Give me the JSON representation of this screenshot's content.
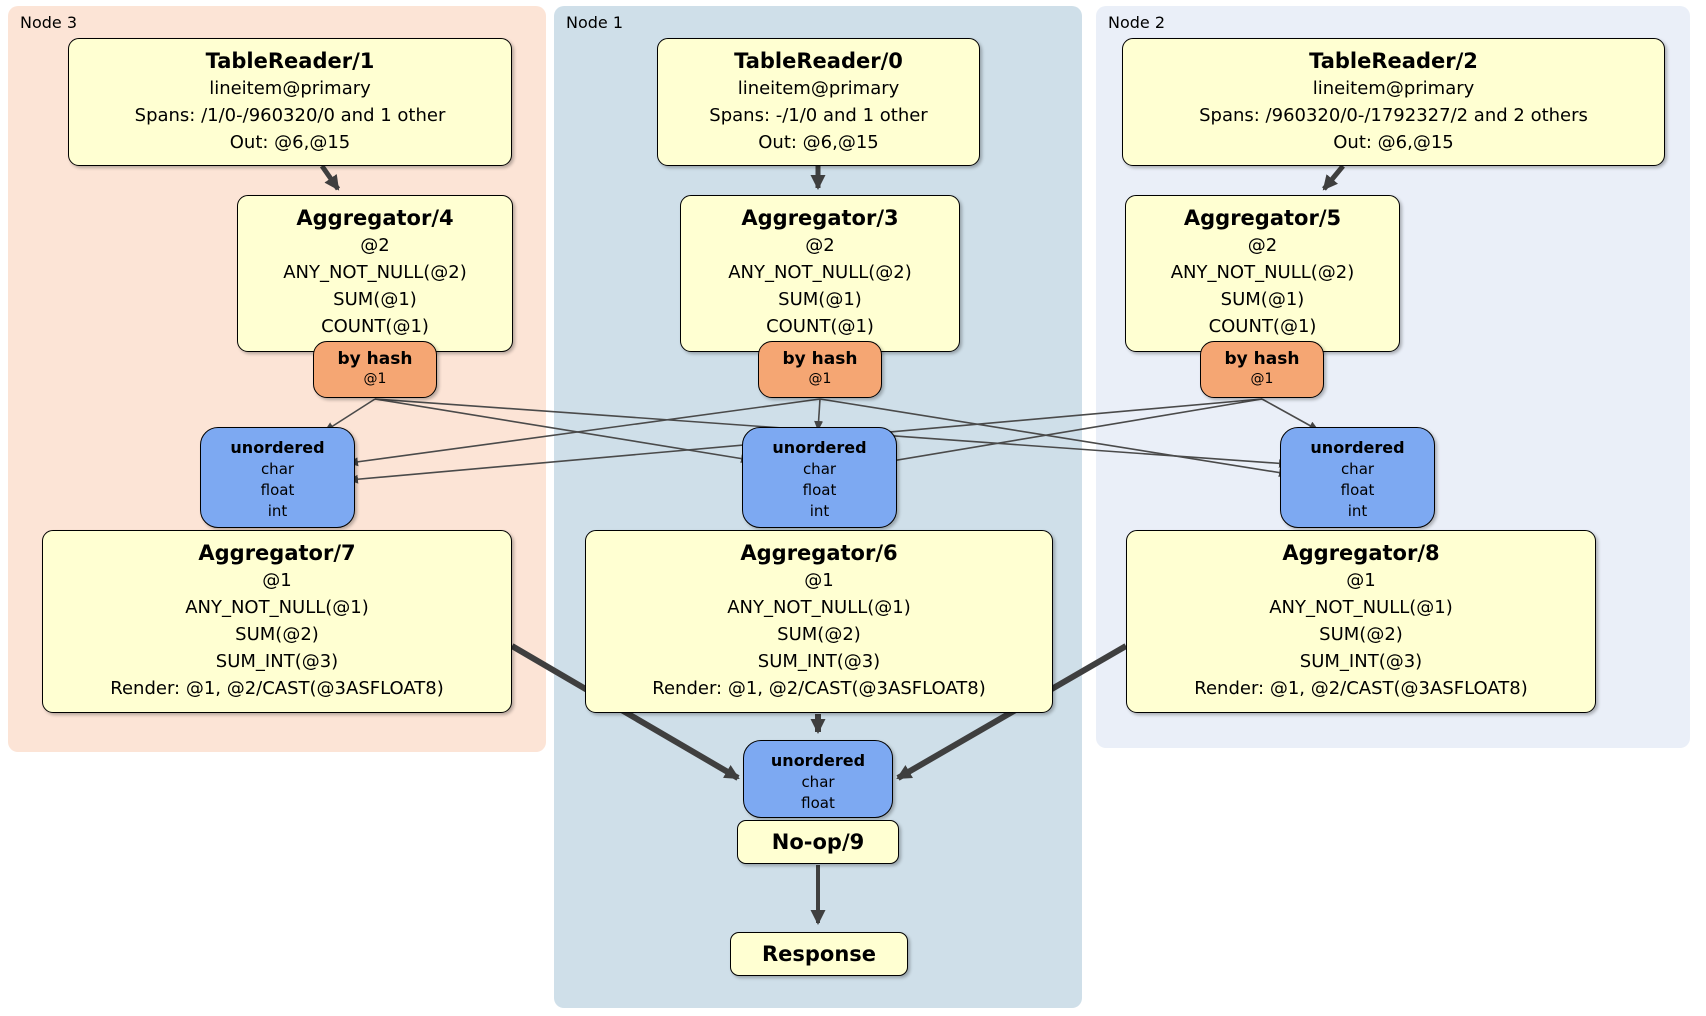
{
  "groups": [
    {
      "label": "Node 3"
    },
    {
      "label": "Node 1"
    },
    {
      "label": "Node 2"
    }
  ],
  "processors": {
    "tablereader1": {
      "title": "TableReader/1",
      "lines": [
        "lineitem@primary",
        "Spans: /1/0-/960320/0 and 1 other",
        "Out: @6,@15"
      ]
    },
    "tablereader0": {
      "title": "TableReader/0",
      "lines": [
        "lineitem@primary",
        "Spans: -/1/0 and 1 other",
        "Out: @6,@15"
      ]
    },
    "tablereader2": {
      "title": "TableReader/2",
      "lines": [
        "lineitem@primary",
        "Spans: /960320/0-/1792327/2 and 2 others",
        "Out: @6,@15"
      ]
    },
    "aggregator4": {
      "title": "Aggregator/4",
      "lines": [
        "@2",
        "ANY_NOT_NULL(@2)",
        "SUM(@1)",
        "COUNT(@1)"
      ]
    },
    "aggregator3": {
      "title": "Aggregator/3",
      "lines": [
        "@2",
        "ANY_NOT_NULL(@2)",
        "SUM(@1)",
        "COUNT(@1)"
      ]
    },
    "aggregator5": {
      "title": "Aggregator/5",
      "lines": [
        "@2",
        "ANY_NOT_NULL(@2)",
        "SUM(@1)",
        "COUNT(@1)"
      ]
    },
    "aggregator7": {
      "title": "Aggregator/7",
      "lines": [
        "@1",
        "ANY_NOT_NULL(@1)",
        "SUM(@2)",
        "SUM_INT(@3)",
        "Render: @1, @2/CAST(@3ASFLOAT8)"
      ]
    },
    "aggregator6": {
      "title": "Aggregator/6",
      "lines": [
        "@1",
        "ANY_NOT_NULL(@1)",
        "SUM(@2)",
        "SUM_INT(@3)",
        "Render: @1, @2/CAST(@3ASFLOAT8)"
      ]
    },
    "aggregator8": {
      "title": "Aggregator/8",
      "lines": [
        "@1",
        "ANY_NOT_NULL(@1)",
        "SUM(@2)",
        "SUM_INT(@3)",
        "Render: @1, @2/CAST(@3ASFLOAT8)"
      ]
    },
    "noop9": {
      "title": "No-op/9"
    },
    "response": {
      "title": "Response"
    }
  },
  "routers": {
    "byhash4": {
      "title": "by hash",
      "detail": "@1"
    },
    "byhash3": {
      "title": "by hash",
      "detail": "@1"
    },
    "byhash5": {
      "title": "by hash",
      "detail": "@1"
    }
  },
  "synchronizers": {
    "unordered7": {
      "title": "unordered",
      "lines": [
        "char",
        "float",
        "int"
      ]
    },
    "unordered6": {
      "title": "unordered",
      "lines": [
        "char",
        "float",
        "int"
      ]
    },
    "unordered8": {
      "title": "unordered",
      "lines": [
        "char",
        "float",
        "int"
      ]
    },
    "unorderedFinal": {
      "title": "unordered",
      "lines": [
        "char",
        "float"
      ]
    }
  },
  "colors": {
    "processor_fill": "#ffffd2",
    "router_fill": "#f5a673",
    "sync_fill": "#7da9f2",
    "node1_bg": "#cfdfe9",
    "node2_bg": "#eaeff8",
    "node3_bg": "#fce4d6",
    "edge": "#454545"
  }
}
